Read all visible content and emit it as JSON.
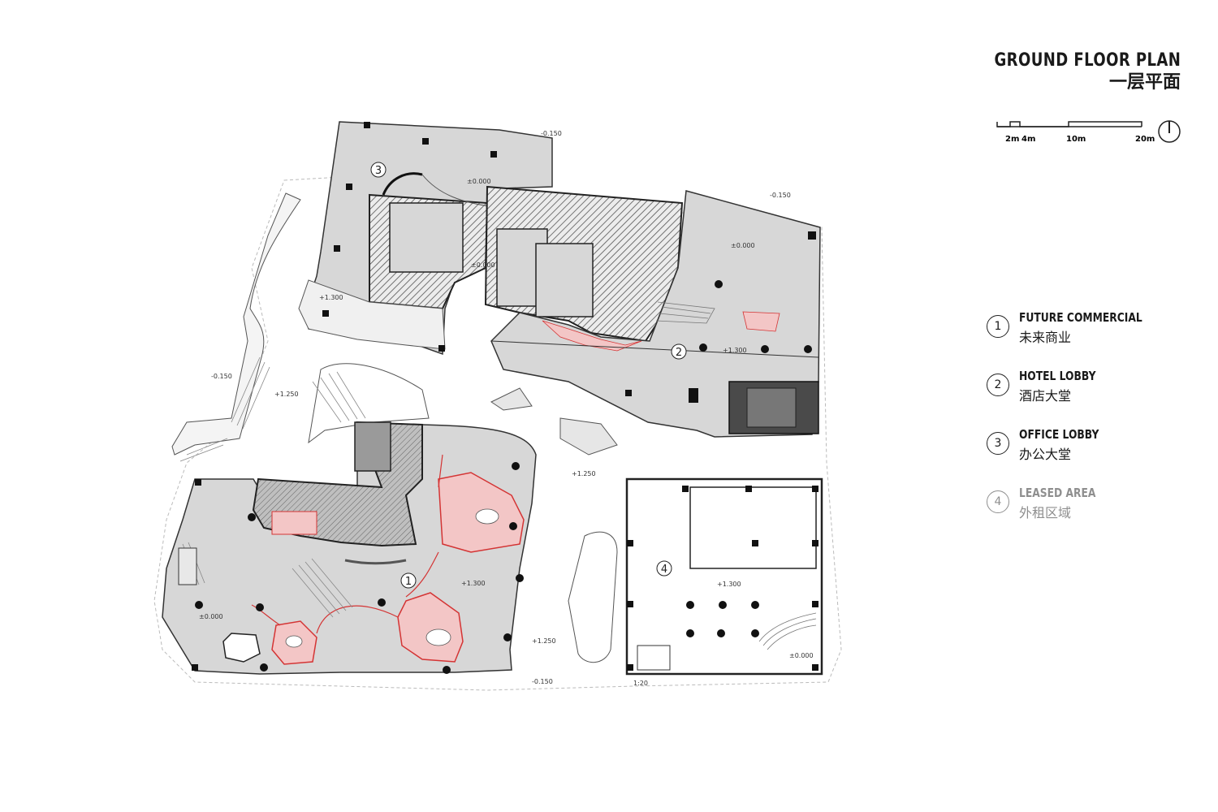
{
  "title": {
    "en": "GROUND FLOOR PLAN",
    "cn": "一层平面"
  },
  "scale": {
    "labels": [
      "2m",
      "4m",
      "10m",
      "20m"
    ]
  },
  "legend": [
    {
      "num": "1",
      "en": "FUTURE COMMERCIAL",
      "cn": "未来商业",
      "muted": false
    },
    {
      "num": "2",
      "en": "HOTEL LOBBY",
      "cn": "酒店大堂",
      "muted": false
    },
    {
      "num": "3",
      "en": "OFFICE LOBBY",
      "cn": "办公大堂",
      "muted": false
    },
    {
      "num": "4",
      "en": "LEASED AREA",
      "cn": "外租区域",
      "muted": true
    }
  ],
  "plan": {
    "zones": {
      "z1": "1",
      "z2": "2",
      "z3": "3",
      "z4": "4"
    },
    "levels": {
      "l_top1": "-0.150",
      "l_top2": "-0.150",
      "l_office": "±0.000",
      "l_hotel": "±0.000",
      "l_mid": "±0.000",
      "l_plaza1": "+1.300",
      "l_plaza2": "+1.300",
      "l_left": "-0.150",
      "l_left2": "+1.250",
      "l_center": "+1.250",
      "l_com": "+1.300",
      "l_com0": "±0.000",
      "l_south": "+1.250",
      "l_bottom": "-0.150",
      "l_leased": "+1.300",
      "l_leased0": "±0.000",
      "ramp": "1:20"
    }
  },
  "colors": {
    "floor": "#d7d7d7",
    "hatch": "#5a5a5a",
    "pink": "#f3c6c6",
    "red": "#d43434",
    "dark": "#4a4a4a"
  }
}
